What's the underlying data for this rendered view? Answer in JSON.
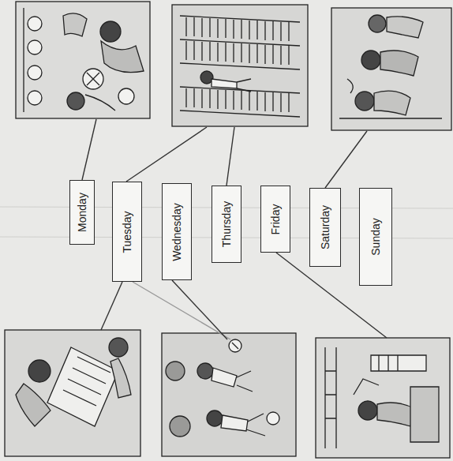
{
  "diagram": {
    "nodes": [
      {
        "text": [
          "Monday"
        ]
      },
      {
        "text": [
          "Tuesday"
        ]
      },
      {
        "text": [
          "Wednesday"
        ]
      },
      {
        "text": [
          "Thursday"
        ]
      },
      {
        "text": [
          "Friday"
        ]
      },
      {
        "text": [
          "Saturday"
        ]
      },
      {
        "text": [
          "Sunday"
        ]
      }
    ]
  }
}
